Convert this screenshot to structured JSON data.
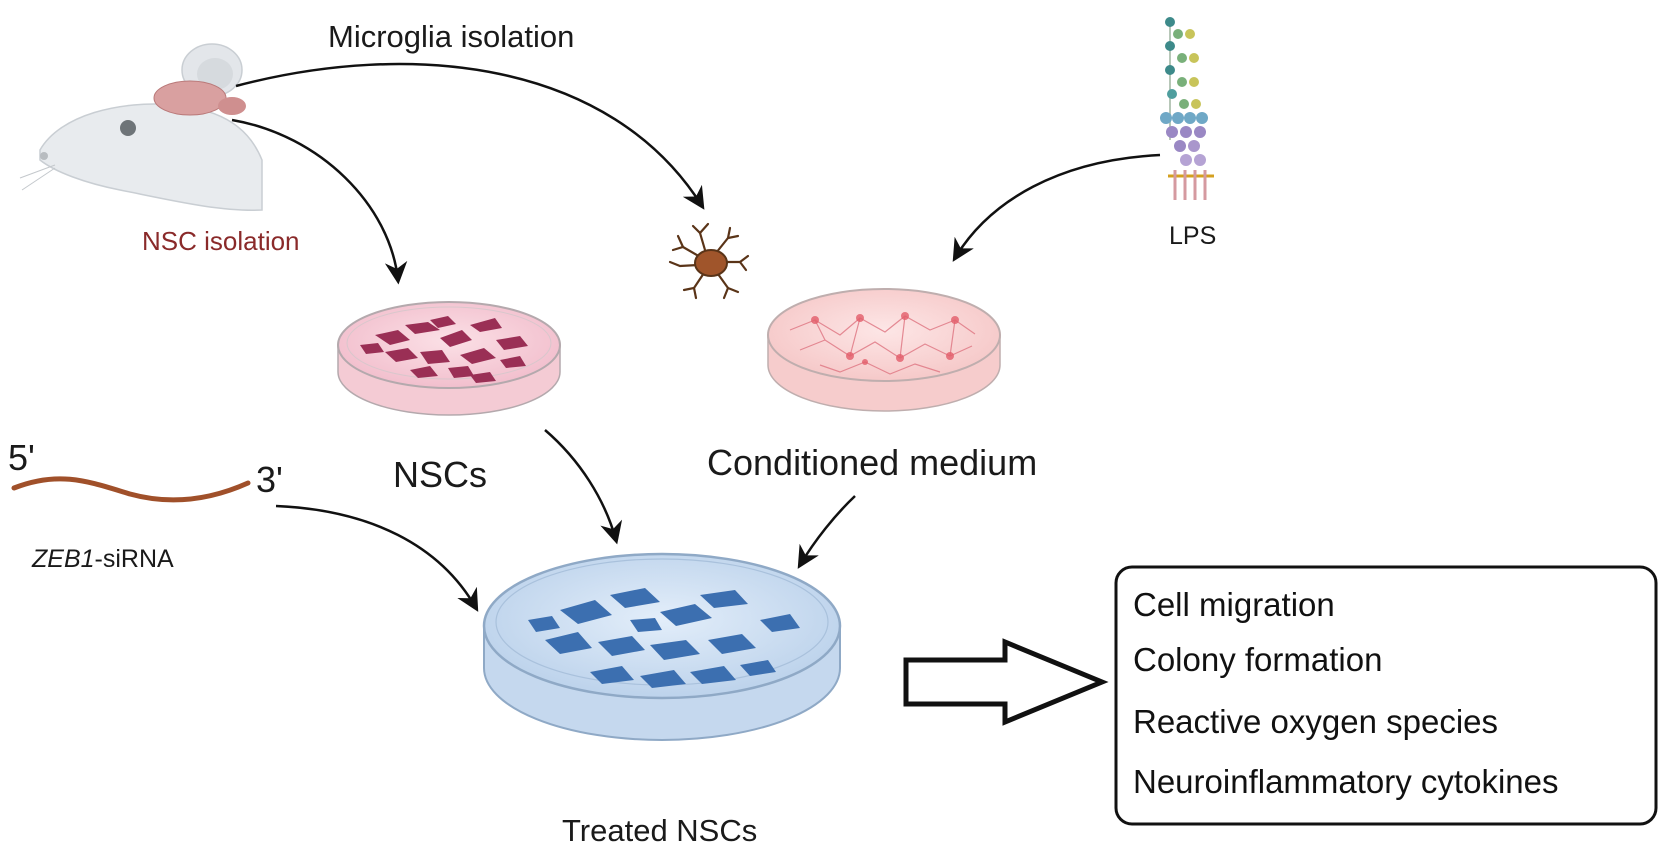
{
  "labels": {
    "microglia_isolation": "Microglia isolation",
    "nsc_isolation": "NSC isolation",
    "lps": "LPS",
    "nscs": "NSCs",
    "conditioned_medium": "Conditioned medium",
    "five_prime": "5'",
    "three_prime": "3'",
    "sirna_gene": "ZEB1",
    "sirna_suffix": "-siRNA",
    "treated_nscs": "Treated NSCs"
  },
  "outcomes": [
    "Cell migration",
    "Colony formation",
    "Reactive oxygen species",
    "Neuroinflammatory cytokines"
  ],
  "colors": {
    "mouse_body": "#e9ecef",
    "brain": "#d9a0a0",
    "microglia": "#a0552b",
    "nsc_dish_medium": "#f6c9d2",
    "nsc_cells": "#9a2f55",
    "cm_dish_medium": "#f7d0d0",
    "treated_medium": "#cfe0f2",
    "treated_cells": "#3c6fb0",
    "sirna_strand": "#a0502a"
  }
}
